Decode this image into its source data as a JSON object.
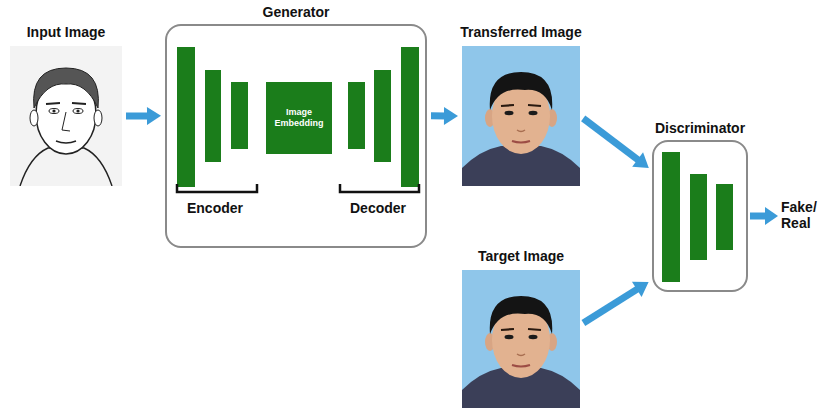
{
  "diagram": {
    "nodes": [
      {
        "text": [
          "Input Image"
        ]
      },
      {
        "text": [
          "Generator"
        ]
      },
      {
        "text": [
          "Image Embedding"
        ],
        "in": 1
      },
      {
        "text": [
          "Transferred Image"
        ]
      },
      {
        "text": [
          "Target Image"
        ]
      },
      {
        "text": [
          "Discriminator"
        ]
      }
    ],
    "edges": [
      {
        "from": 0,
        "to": 1,
        "arrow": "to"
      },
      {
        "from": 1,
        "to": 3,
        "arrow": "to"
      },
      {
        "from": 3,
        "to": 5,
        "arrow": "to"
      },
      {
        "from": 4,
        "to": 5,
        "arrow": "to"
      }
    ],
    "labels": [
      "Encoder",
      "Decoder",
      "Fake/ Real"
    ]
  }
}
